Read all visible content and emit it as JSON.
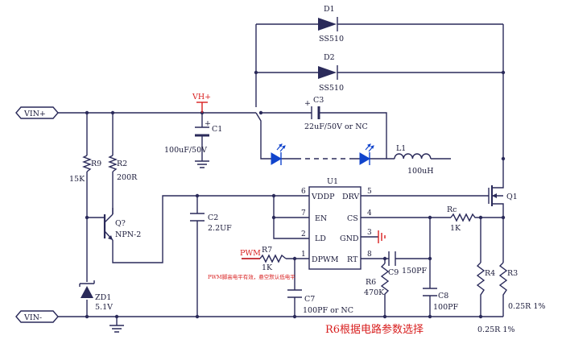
{
  "nets": {
    "vin_plus": "VIN+",
    "vin_minus": "VIN-",
    "vh_plus": "VH+",
    "pwm": "PWM"
  },
  "components": {
    "d1": {
      "ref": "D1",
      "value": "SS510"
    },
    "d2": {
      "ref": "D2",
      "value": "SS510"
    },
    "c1": {
      "ref": "C1",
      "value": "100uF/50V"
    },
    "c3": {
      "ref": "C3",
      "value": "22uF/50V or NC"
    },
    "l1": {
      "ref": "L1",
      "value": "100uH"
    },
    "r9": {
      "ref": "R9",
      "value": "15K"
    },
    "r2": {
      "ref": "R2",
      "value": "200R"
    },
    "q_npn": {
      "ref": "Q?",
      "value": "NPN-2"
    },
    "zd1": {
      "ref": "ZD1",
      "value": "5.1V"
    },
    "c2": {
      "ref": "C2",
      "value": "2.2UF"
    },
    "u1": {
      "ref": "U1"
    },
    "q1": {
      "ref": "Q1"
    },
    "rc": {
      "ref": "Rc",
      "value": "1K"
    },
    "r7": {
      "ref": "R7",
      "value": "1K"
    },
    "c7": {
      "ref": "C7",
      "value": "100PF or NC"
    },
    "c9": {
      "ref": "C9",
      "value": "150PF"
    },
    "r6": {
      "ref": "R6",
      "value": "470K"
    },
    "c8": {
      "ref": "C8",
      "value": "100PF"
    },
    "r4": {
      "ref": "R4",
      "value": "0.25R 1%"
    },
    "r3": {
      "ref": "R3",
      "value": "0.25R 1%"
    }
  },
  "ic_pins": {
    "vddp": "VDDP",
    "drv": "DRV",
    "en": "EN",
    "cs": "CS",
    "ld": "LD",
    "gnd": "GND",
    "dpwm": "DPWM",
    "rt": "RT",
    "n1": "1",
    "n2": "2",
    "n3": "3",
    "n4": "4",
    "n5": "5",
    "n6": "6",
    "n7": "7",
    "n8": "8"
  },
  "notes": {
    "pwm_note": "PWM脚高电平有效，悬空默认低电平",
    "r6_note": "R6根据电路参数选择"
  },
  "colors": {
    "wire": "#2a2a5a",
    "note_red": "#d81e1e",
    "led_blue": "#1144cc",
    "supply_red": "#d81e1e"
  }
}
